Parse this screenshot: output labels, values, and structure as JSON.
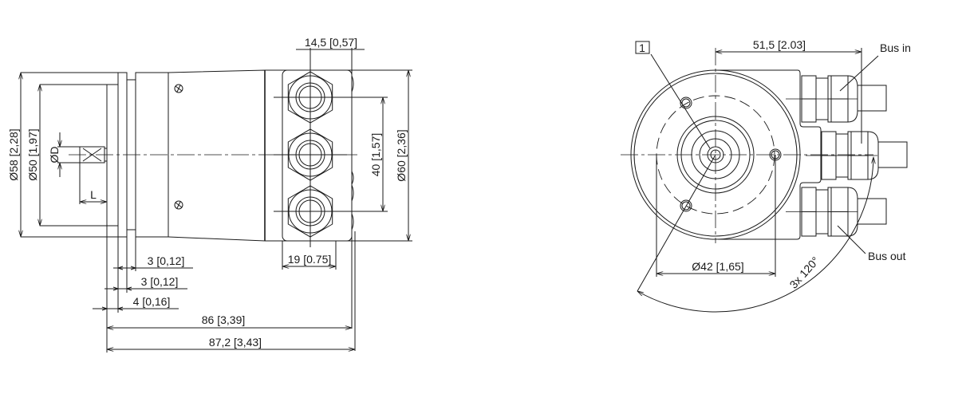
{
  "side_view": {
    "dim_width_top": "14,5 [0,57]",
    "dim_dia58": "Ø58 [2,28]",
    "dim_dia50": "Ø50 [1,97]",
    "dim_shaft_d": "ØD",
    "dim_shaft_l": "L",
    "dim_pitch": "40 [1,57]",
    "dim_dia60": "Ø60 [2,36]",
    "dim_gland_width": "19 [0.75]",
    "dim_flange1": "3 [0,12]",
    "dim_flange2": "3 [0,12]",
    "dim_flange3": "4 [0,16]",
    "dim_len86": "86 [3,39]",
    "dim_len87": "87,2 [3,43]"
  },
  "front_view": {
    "callout_1": "1",
    "dim_offset": "51,5 [2.03]",
    "dim_bolt_circle": "Ø42 [1,65]",
    "dim_angle": "3x 120°",
    "label_bus_in": "Bus in",
    "label_bus_out": "Bus out"
  }
}
